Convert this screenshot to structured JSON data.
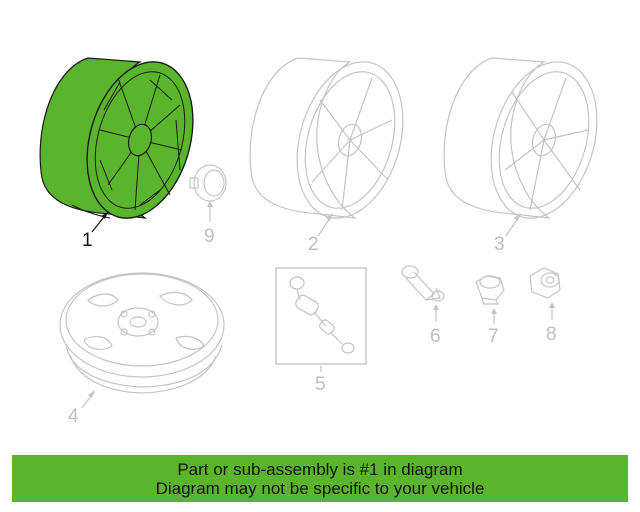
{
  "diagram": {
    "callouts": {
      "c1": "1",
      "c2": "2",
      "c3": "3",
      "c4": "4",
      "c5": "5",
      "c6": "6",
      "c7": "7",
      "c8": "8",
      "c9": "9"
    },
    "highlight_color": "#5ab52c",
    "ghost_color": "#c4c4c4"
  },
  "banner": {
    "line1": "Part or sub-assembly is #1 in diagram",
    "line2": "Diagram may not be specific to your vehicle"
  }
}
